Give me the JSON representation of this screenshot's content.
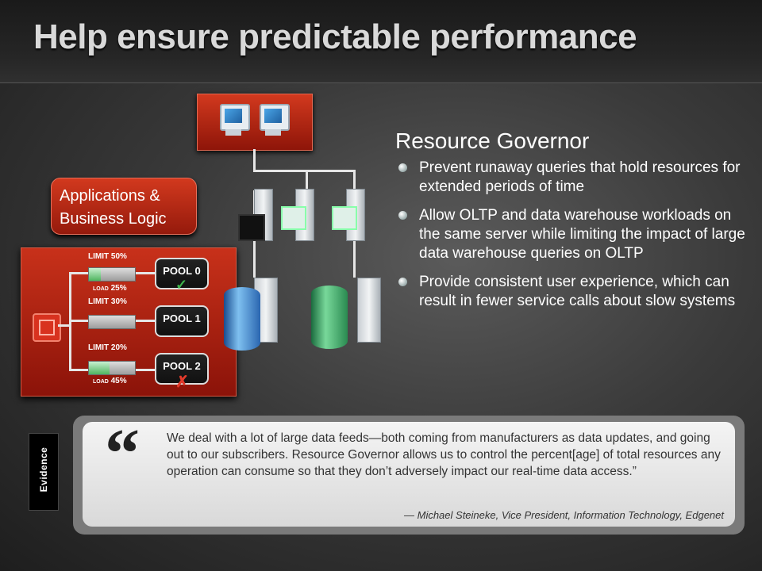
{
  "slide": {
    "title": "Help ensure predictable performance"
  },
  "diagram": {
    "app_box_line1": "Applications &",
    "app_box_line2": "Business Logic",
    "limits": [
      "LIMIT 50%",
      "LIMIT 30%",
      "LIMIT 20%"
    ],
    "loads": [
      {
        "prefix": "LOAD",
        "value": "25%",
        "fill": 0.25
      },
      {
        "prefix": "LOAD",
        "value": "45%",
        "fill": 0.45
      }
    ],
    "pools": [
      "POOL 0",
      "POOL 1",
      "POOL 2"
    ],
    "colors": {
      "accent_red": "#c8311a",
      "db_blue": "#2a66b0",
      "db_green": "#2a8a50"
    },
    "icons": [
      "monitor-icon",
      "server-icon",
      "cpu-chip-icon",
      "database-icon",
      "check-icon",
      "cross-icon"
    ]
  },
  "content": {
    "heading": "Resource Governor",
    "bullets": [
      "Prevent runaway queries that hold resources for extended periods of time",
      "Allow OLTP and data warehouse workloads on the same server while limiting the impact of large data warehouse queries on OLTP",
      "Provide consistent user experience, which can result in fewer service calls about slow systems"
    ]
  },
  "evidence": {
    "tab_label": "Evidence",
    "quote": "We deal with a lot of large data feeds—both coming from manufacturers as data updates, and going out to our subscribers. Resource Governor allows us to control the percent[age] of total resources any operation can consume so that they don’t adversely impact our real-time data access.”",
    "attribution": "— Michael Steineke, Vice President, Information Technology, Edgenet"
  }
}
